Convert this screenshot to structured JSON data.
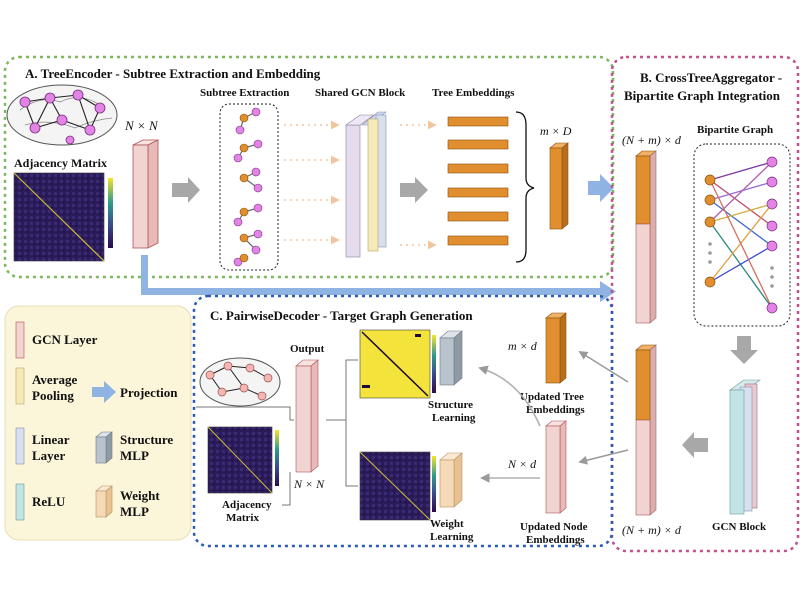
{
  "sections": {
    "a_title": "A. TreeEncoder - Subtree Extraction and Embedding",
    "b_title_line1": "B. CrossTreeAggregator -",
    "b_title_line2": "Bipartite Graph Integration",
    "c_title": "C. PairwiseDecoder - Target Graph Generation"
  },
  "labels": {
    "subtree_extraction": "Subtree Extraction",
    "shared_gcn_block": "Shared GCN Block",
    "tree_embeddings": "Tree Embeddings",
    "adjacency_matrix_input": "Adjacency Matrix",
    "n_by_n_input": "N × N",
    "m_by_D": "m × D",
    "n_plus_m_by_d_top": "(N + m) × d",
    "bipartite_graph": "Bipartite Graph",
    "n_plus_m_by_d_bottom": "(N + m) × d",
    "gcn_block": "GCN Block",
    "m_by_d": "m × d",
    "updated_tree_line1": "Updated Tree",
    "updated_tree_line2": "Embeddings",
    "n_by_d": "N × d",
    "updated_node_line1": "Updated Node",
    "updated_node_line2": "Embeddings",
    "structure_learning_line1": "Structure",
    "structure_learning_line2": "Learning",
    "weight_learning_line1": "Weight",
    "weight_learning_line2": "Learning",
    "output": "Output",
    "n_by_n_output": "N × N",
    "adjacency_matrix_output_line1": "Adjacency",
    "adjacency_matrix_output_line2": "Matrix"
  },
  "legend": {
    "gcn_layer": "GCN Layer",
    "average_pooling_line1": "Average",
    "average_pooling_line2": "Pooling",
    "projection": "Projection",
    "linear_layer_line1": "Linear",
    "linear_layer_line2": "Layer",
    "structure_mlp_line1": "Structure",
    "structure_mlp_line2": "MLP",
    "relu": "ReLU",
    "weight_mlp_line1": "Weight",
    "weight_mlp_line2": "MLP"
  },
  "colors": {
    "section_a_border": "#7cb85e",
    "section_b_border": "#c0508e",
    "section_c_border": "#2b5bb5",
    "gcn_layer": "#f1d3d2",
    "average_pooling": "#f6e9b8",
    "linear_layer": "#d8e0f0",
    "relu": "#c2e4e4",
    "structure_mlp": "#b9c3cd",
    "weight_mlp": "#f6d9b6",
    "embedding_orange": "#e08e2e",
    "projection_arrow": "#8fb4e3",
    "legend_bg": "#fbf5d9"
  }
}
